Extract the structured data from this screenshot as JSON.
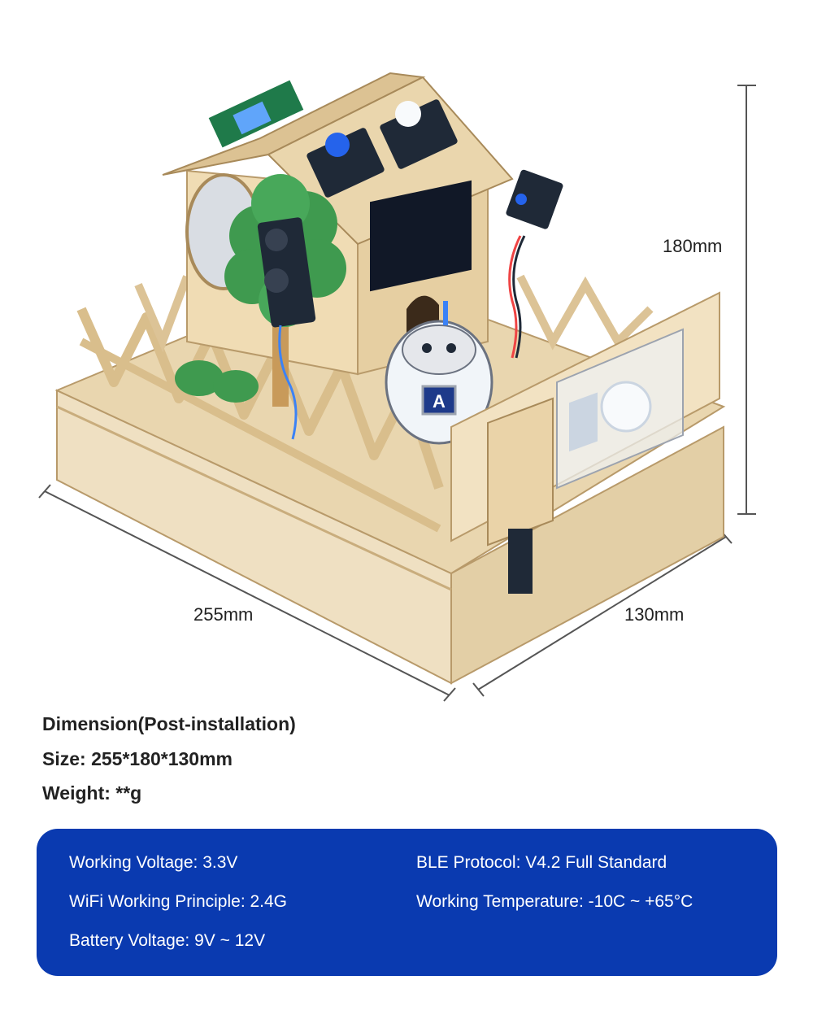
{
  "dimensions": {
    "height_label": "180mm",
    "length_label": "255mm",
    "width_label": "130mm"
  },
  "specs": {
    "title": "Dimension(Post-installation)",
    "size": "Size: 255*180*130mm",
    "weight": "Weight: **g"
  },
  "parameters": {
    "working_voltage": "Working Voltage: 3.3V",
    "ble_protocol": "BLE Protocol: V4.2 Full Standard",
    "wifi_principle": "WiFi Working Principle: 2.4G",
    "working_temperature": "Working Temperature: -10C ~ +65°C",
    "battery_voltage": "Battery Voltage: 9V ~ 12V"
  },
  "colors": {
    "panel": "#0a3ab0",
    "wood": "#e8d2a8",
    "tree": "#3f9a4f"
  },
  "product_screen_text": "A"
}
